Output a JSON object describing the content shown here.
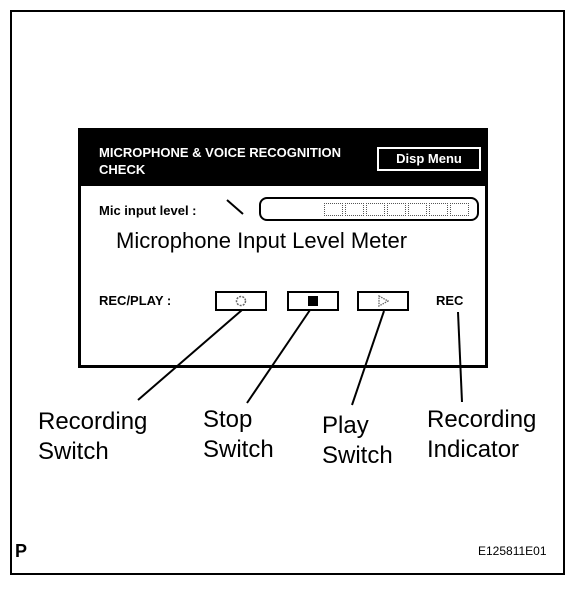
{
  "screen": {
    "title_line1": "MICROPHONE & VOICE RECOGNITION",
    "title_line2": "CHECK",
    "disp_menu_label": "Disp Menu",
    "mic_input_label": "Mic input level :",
    "meter_caption": "Microphone Input Level Meter",
    "rec_play_label": "REC/PLAY :",
    "rec_indicator": "REC"
  },
  "callouts": {
    "recording_switch_l1": "Recording",
    "recording_switch_l2": "Switch",
    "stop_switch_l1": "Stop",
    "stop_switch_l2": "Switch",
    "play_switch_l1": "Play",
    "play_switch_l2": "Switch",
    "recording_indicator_l1": "Recording",
    "recording_indicator_l2": "Indicator"
  },
  "footer": {
    "page_marker": "P",
    "figure_code": "E125811E01"
  }
}
